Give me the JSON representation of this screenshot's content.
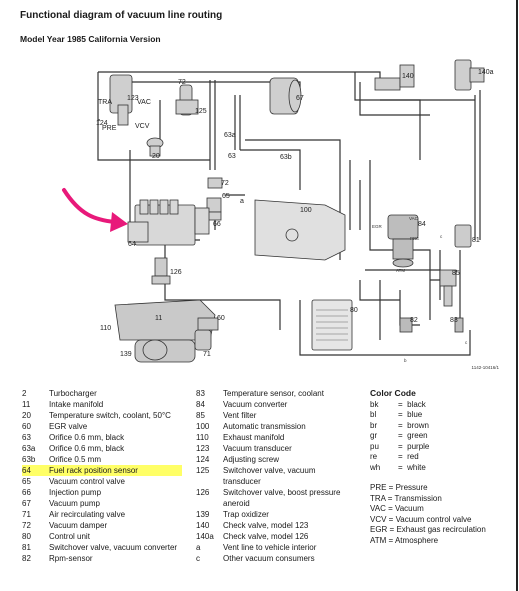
{
  "title": "Functional diagram of vacuum line routing",
  "subtitle": "Model Year 1985 California Version",
  "part_no": "1142-10416/1",
  "diagram_labels": [
    "140",
    "140a",
    "TRA",
    "123",
    "VAC",
    "PRE",
    "VCV",
    "124",
    "72",
    "125",
    "20",
    "67",
    "63a",
    "63",
    "63b",
    "72",
    "65",
    "a",
    "66",
    "64",
    "100",
    "EGR",
    "VAC",
    "84",
    "PRE",
    "ATM",
    "81",
    "c",
    "85",
    "126",
    "80",
    "11",
    "60",
    "110",
    "139",
    "71",
    "82",
    "83",
    "b",
    "c"
  ],
  "legend_left": [
    {
      "num": "2",
      "text": "Turbocharger"
    },
    {
      "num": "11",
      "text": "Intake manifold"
    },
    {
      "num": "20",
      "text": "Temperature switch, coolant, 50°C"
    },
    {
      "num": "60",
      "text": "EGR valve"
    },
    {
      "num": "63",
      "text": "Orifice 0.6 mm, black"
    },
    {
      "num": "63a",
      "text": "Orifice 0.6 mm, black"
    },
    {
      "num": "63b",
      "text": "Orifice 0.5 mm"
    },
    {
      "num": "64",
      "text": "Fuel rack position sensor"
    },
    {
      "num": "65",
      "text": "Vacuum control valve"
    },
    {
      "num": "66",
      "text": "Injection pump"
    },
    {
      "num": "67",
      "text": "Vacuum pump"
    },
    {
      "num": "71",
      "text": "Air recirculating valve"
    },
    {
      "num": "72",
      "text": "Vacuum damper"
    },
    {
      "num": "80",
      "text": "Control unit"
    },
    {
      "num": "81",
      "text": "Switchover valve, vacuum converter"
    },
    {
      "num": "82",
      "text": "Rpm-sensor"
    }
  ],
  "legend_right": [
    {
      "num": "83",
      "text": "Temperature sensor, coolant"
    },
    {
      "num": "84",
      "text": "Vacuum converter"
    },
    {
      "num": "85",
      "text": "Vent filter"
    },
    {
      "num": "100",
      "text": "Automatic transmission"
    },
    {
      "num": "110",
      "text": "Exhaust manifold"
    },
    {
      "num": "123",
      "text": "Vacuum transducer"
    },
    {
      "num": "124",
      "text": "Adjusting screw"
    },
    {
      "num": "125",
      "text": "Switchover valve, vacuum"
    },
    {
      "num": "",
      "text": "transducer"
    },
    {
      "num": "126",
      "text": "Switchover valve, boost pressure"
    },
    {
      "num": "",
      "text": "aneroid"
    },
    {
      "num": "139",
      "text": "Trap oxidizer"
    },
    {
      "num": "140",
      "text": "Check valve, model 123"
    },
    {
      "num": "140a",
      "text": "Check valve, model 126"
    },
    {
      "num": "a",
      "text": "Vent line to vehicle interior"
    },
    {
      "num": "c",
      "text": "Other vacuum consumers"
    }
  ],
  "highlighted_item": "64",
  "highlight_color": "#ffff66",
  "arrow_color": "#e8197a",
  "color_code": {
    "title": "Color Code",
    "rows": [
      {
        "code": "bk",
        "eq": "=",
        "name": "black"
      },
      {
        "code": "bl",
        "eq": "=",
        "name": "blue"
      },
      {
        "code": "br",
        "eq": "=",
        "name": "brown"
      },
      {
        "code": "gr",
        "eq": "=",
        "name": "green"
      },
      {
        "code": "pu",
        "eq": "=",
        "name": "purple"
      },
      {
        "code": "re",
        "eq": "=",
        "name": "red"
      },
      {
        "code": "wh",
        "eq": "=",
        "name": "white"
      }
    ],
    "abbreviations": [
      "PRE = Pressure",
      "TRA = Transmission",
      "VAC = Vacuum",
      "VCV = Vacuum control valve",
      "EGR = Exhaust gas recirculation",
      "ATM = Atmosphere"
    ]
  }
}
